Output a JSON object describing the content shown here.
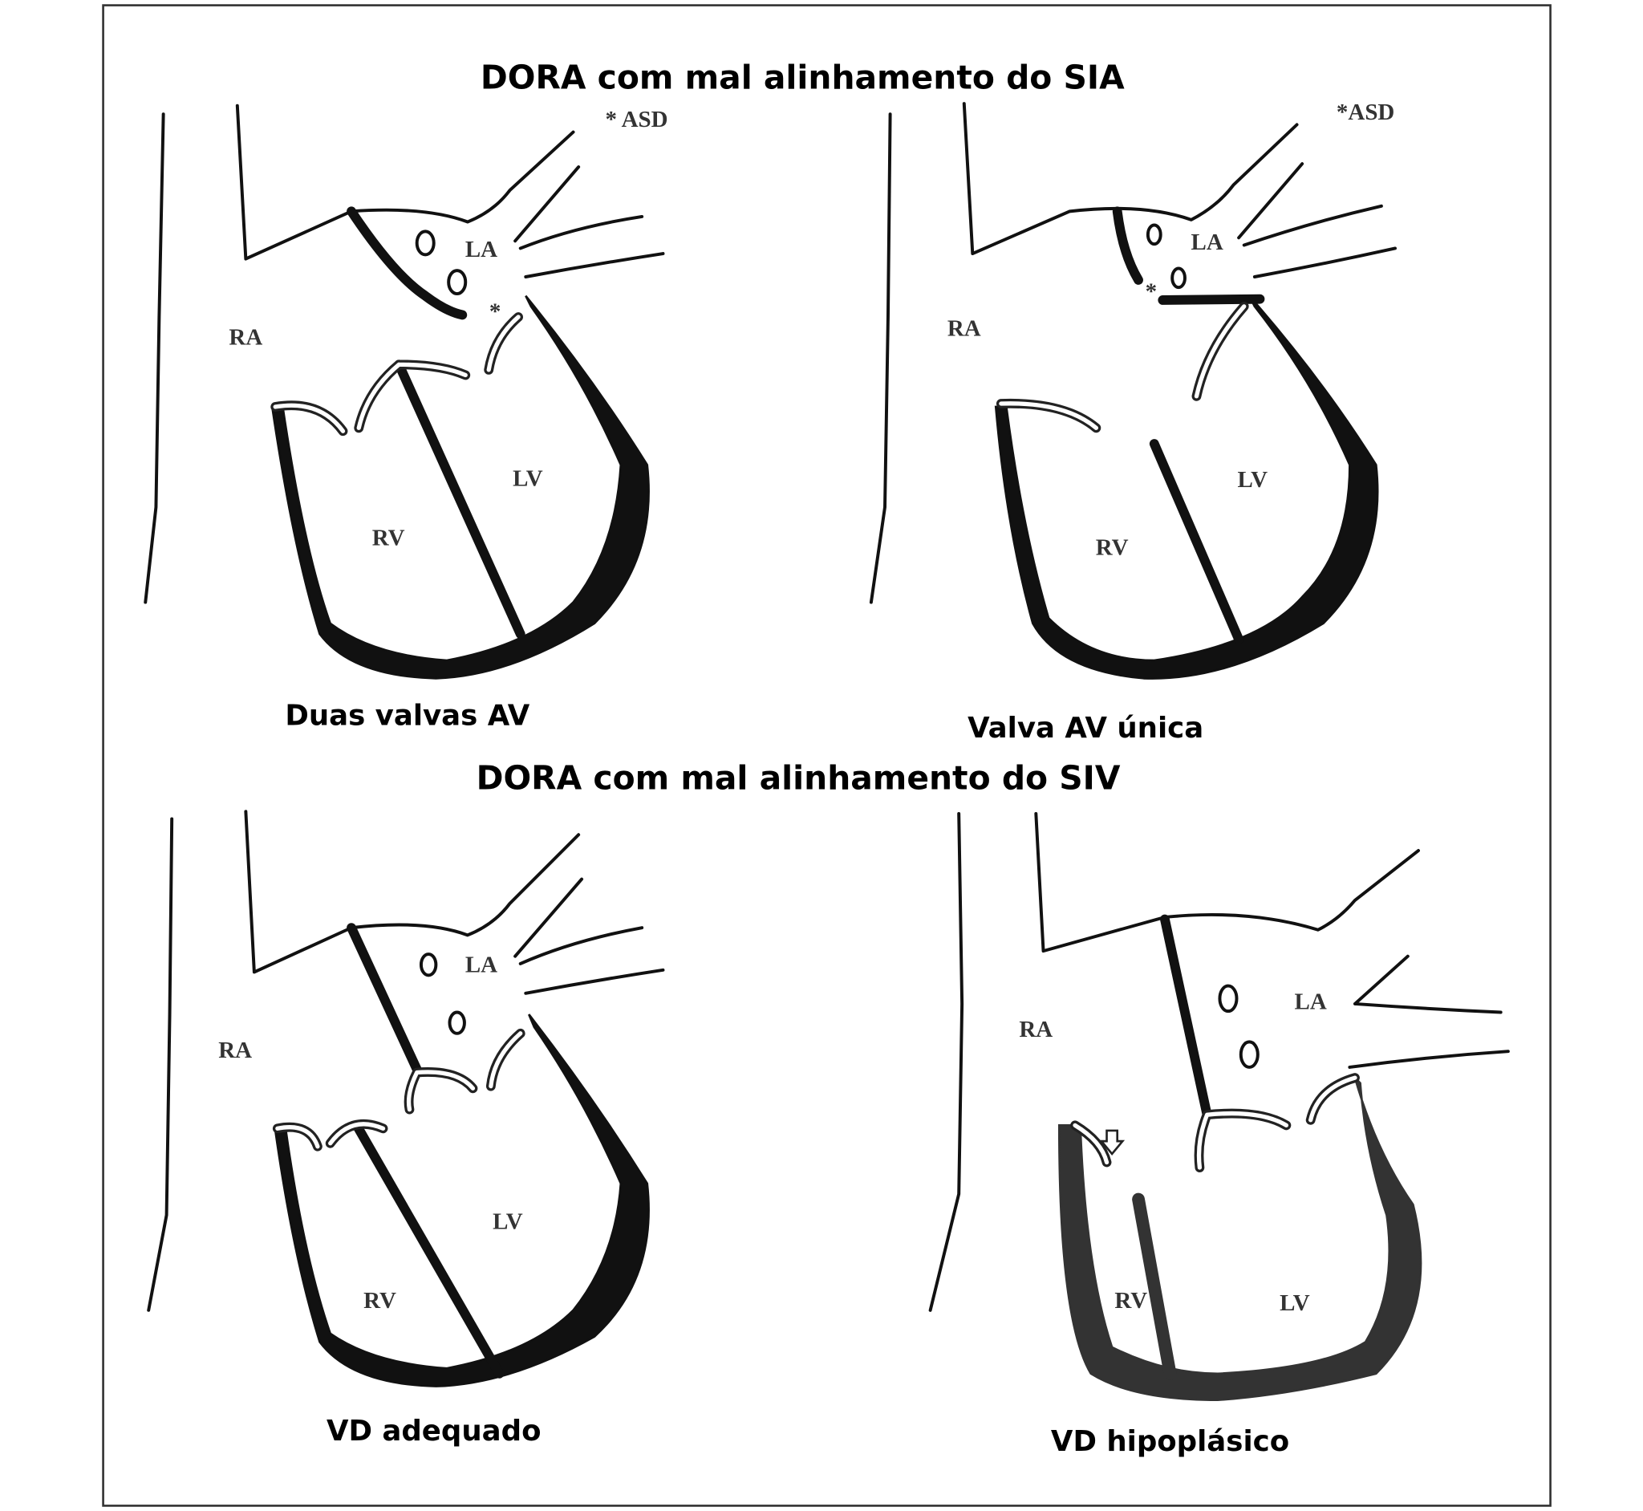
{
  "titles": {
    "top": "DORA com mal alinhamento do SIA",
    "bottom": "DORA com mal alinhamento do SIV"
  },
  "panels": [
    {
      "caption": "Duas valvas AV",
      "asd": "* ASD",
      "ra": "RA",
      "la": "LA",
      "lv": "LV",
      "rv": "RV",
      "star": "*"
    },
    {
      "caption": "Valva AV única",
      "asd": "*ASD",
      "ra": "RA",
      "la": "LA",
      "lv": "LV",
      "rv": "RV",
      "star": "*"
    },
    {
      "caption": "VD adequado",
      "ra": "RA",
      "la": "LA",
      "lv": "LV",
      "rv": "RV"
    },
    {
      "caption": "VD hipoplásico",
      "ra": "RA",
      "la": "LA",
      "lv": "LV",
      "rv": "RV"
    }
  ]
}
